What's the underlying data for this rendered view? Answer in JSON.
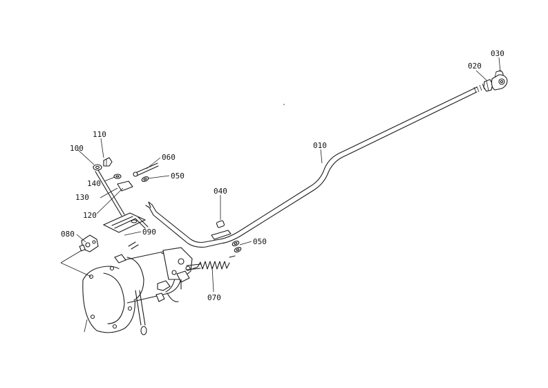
{
  "callouts": {
    "c010": "010",
    "c020": "020",
    "c030": "030",
    "c040": "040",
    "c050a": "050",
    "c050b": "050",
    "c060": "060",
    "c070": "070",
    "c080": "080",
    "c090": "090",
    "c100": "100",
    "c110": "110",
    "c120": "120",
    "c130": "130",
    "c140": "140"
  },
  "colors": {
    "line": "#1a1a1a",
    "background": "#ffffff"
  }
}
